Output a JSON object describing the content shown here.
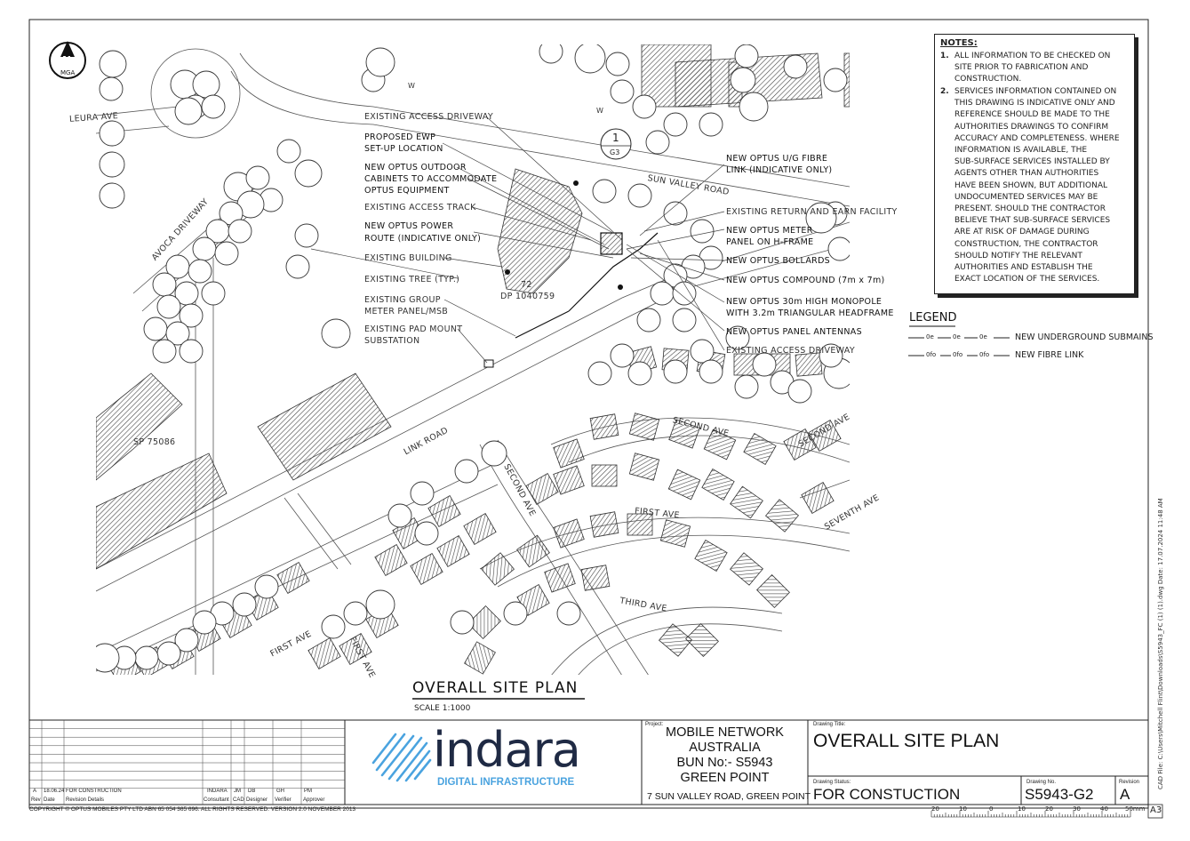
{
  "plan": {
    "north": {
      "letter": "N",
      "sub": "MGA"
    },
    "roads": {
      "leura": "LEURA AVE",
      "avoca": "AVOCA DRIVEWAY",
      "sun_valley": "SUN VALLEY ROAD",
      "link": "LINK ROAD",
      "second_ave_1": "SECOND AVE",
      "second_ave_2": "SECOND AVE",
      "second_ave_3": "SECOND AVE",
      "first_ave_1": "FIRST AVE",
      "first_ave_2": "FIRST AVE",
      "first_ave_3": "FIRST AVE",
      "third_ave": "THIRD AVE",
      "seventh_ave": "SEVENTH AVE",
      "sp": "SP 75086",
      "lot": "72",
      "dp": "DP 1040759",
      "w1": "W",
      "w2": "W"
    },
    "detail_marker": {
      "num": "1",
      "ref": "G3"
    },
    "labels_left": [
      "EXISTING ACCESS DRIVEWAY",
      "PROPOSED EWP",
      "SET-UP LOCATION",
      "NEW OPTUS OUTDOOR",
      "CABINETS TO ACCOMMODATE",
      "OPTUS EQUIPMENT",
      "EXISTING ACCESS TRACK",
      "NEW OPTUS POWER",
      "ROUTE (INDICATIVE ONLY)",
      "EXISTING BUILDING",
      "EXISTING TREE (TYP.)",
      "EXISTING GROUP",
      "METER PANEL/MSB",
      "EXISTING PAD MOUNT",
      "SUBSTATION"
    ],
    "labels_right": [
      "NEW OPTUS U/G FIBRE",
      "LINK (INDICATIVE ONLY)",
      "EXISTING RETURN AND EARN FACILITY",
      "NEW OPTUS METER",
      "PANEL ON H-FRAME",
      "NEW OPTUS BOLLARDS",
      "NEW OPTUS COMPOUND (7m x 7m)",
      "NEW OPTUS 30m HIGH MONOPOLE",
      "WITH 3.2m TRIANGULAR HEADFRAME",
      "NEW OPTUS PANEL ANTENNAS",
      "EXISTING ACCESS DRIVEWAY"
    ],
    "title": "OVERALL SITE PLAN",
    "scale": "SCALE 1:1000"
  },
  "notes": {
    "title": "NOTES:",
    "items": [
      {
        "num": "1.",
        "text": "ALL INFORMATION TO BE CHECKED ON\nSITE PRIOR TO FABRICATION AND\nCONSTRUCTION."
      },
      {
        "num": "2.",
        "text": "SERVICES INFORMATION CONTAINED ON\nTHIS DRAWING IS INDICATIVE ONLY AND\nREFERENCE SHOULD BE MADE TO THE\nAUTHORITIES DRAWINGS TO CONFIRM\nACCURACY AND COMPLETENESS. WHERE\nINFORMATION IS AVAILABLE, THE\nSUB-SURFACE SERVICES INSTALLED BY\nAGENTS OTHER THAN AUTHORITIES\nHAVE BEEN SHOWN, BUT ADDITIONAL\nUNDOCUMENTED SERVICES MAY BE\nPRESENT. SHOULD THE CONTRACTOR\nBELIEVE THAT SUB-SURFACE SERVICES\nARE AT RISK OF DAMAGE DURING\nCONSTRUCTION, THE CONTRACTOR\nSHOULD NOTIFY THE RELEVANT\nAUTHORITIES AND ESTABLISH THE\nEXACT LOCATION OF THE SERVICES."
      }
    ]
  },
  "legend": {
    "title": "LEGEND",
    "items": [
      {
        "code": "0e",
        "label": "NEW UNDERGROUND SUBMAINS"
      },
      {
        "code": "0fo",
        "label": "NEW FIBRE LINK"
      }
    ]
  },
  "side_text": "CAD File: C:\\Users\\Mitchell Flint\\Downloads\\S5943_FC (1) (1).dwg  Date: 17.07.2024 11:48 AM",
  "title_block": {
    "revision_row": {
      "rev": "A",
      "date": "18.06.24",
      "details": "FOR CONSTRUCTION",
      "consultant": "INDARA",
      "cad": "JM",
      "designer": "DB",
      "verifier": "GH",
      "approver": "PM"
    },
    "headers": {
      "rev": "Rev",
      "date": "Date",
      "details": "Revision Details",
      "consultant": "Consultant",
      "cad": "CAD",
      "designer": "Designer",
      "verifier": "Verifier",
      "approver": "Approver"
    },
    "logo": {
      "name": "indara",
      "sub": "DIGITAL INFRASTRUCTURE",
      "color": "#1f2a44",
      "accent": "#4aa3df"
    },
    "project_label": "Project:",
    "project_lines": [
      "MOBILE NETWORK",
      "AUSTRALIA",
      "BUN No:-  S5943",
      "GREEN POINT"
    ],
    "address": "7 SUN VALLEY ROAD, GREEN POINT",
    "drawing_title_label": "Drawing Title:",
    "drawing_title": "OVERALL SITE PLAN",
    "drawing_status_label": "Drawing Status:",
    "drawing_status": "FOR CONSTUCTION",
    "drawing_no_label": "Drawing No.",
    "drawing_no": "S5943-G2",
    "revision_label": "Revision",
    "revision": "A",
    "copyright": "COPYRIGHT © OPTUS MOBILES PTY LTD  ABN 65 054 365 696. ALL RIGHTS RESERVED. VERSION 2.0 NOVEMBER 2013",
    "scale_ticks": [
      "20",
      "10",
      "0",
      "10",
      "20",
      "30",
      "40",
      "50mm"
    ],
    "sheet_size": "A3"
  }
}
